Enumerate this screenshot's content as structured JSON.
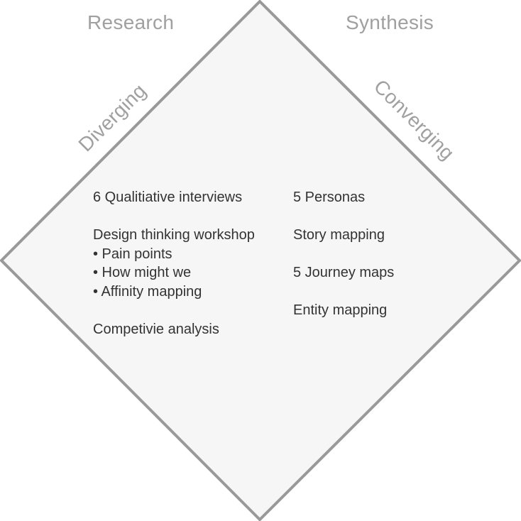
{
  "phases": {
    "research": {
      "title": "Research",
      "mode": "Diverging",
      "items": [
        [
          "6 Qualitiative interviews"
        ],
        [
          "Design thinking workshop",
          "• Pain points",
          "• How might we",
          "• Affinity mapping"
        ],
        [
          "Competivie analysis"
        ]
      ]
    },
    "synthesis": {
      "title": "Synthesis",
      "mode": "Converging",
      "items": [
        [
          "5 Personas"
        ],
        [
          "Story mapping"
        ],
        [
          "5 Journey maps"
        ],
        [
          "Entity mapping"
        ]
      ]
    }
  },
  "colors": {
    "diamond_fill": "#f6f6f6",
    "diamond_stroke": "#999999",
    "label_gray": "#a0a0a0",
    "text_dark": "#333333"
  }
}
